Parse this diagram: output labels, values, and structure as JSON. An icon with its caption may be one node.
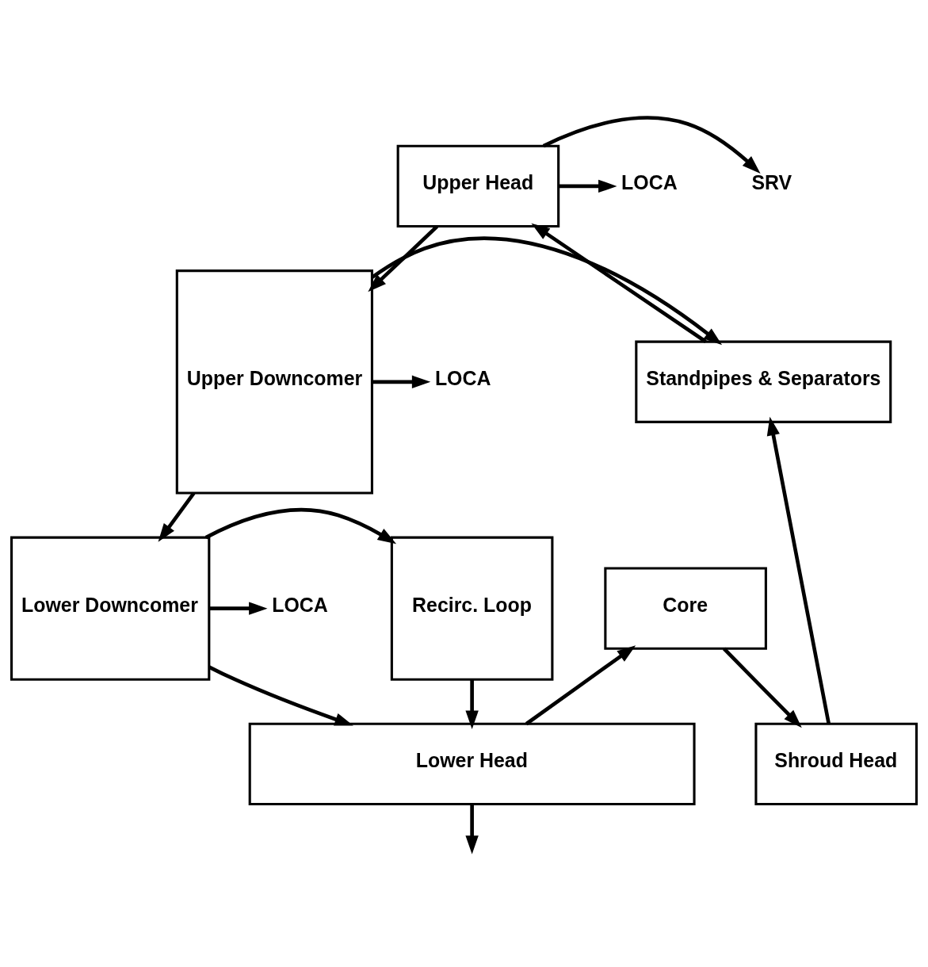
{
  "diagram": {
    "nodes": [
      {
        "text": [
          "Upper Head"
        ]
      },
      {
        "text": [
          "Standpipes & Separators"
        ]
      },
      {
        "text": [
          "Shroud Head"
        ]
      },
      {
        "text": [
          "Core"
        ]
      },
      {
        "text": [
          "Lower Head"
        ]
      },
      {
        "text": [
          "Upper Downcomer"
        ]
      },
      {
        "text": [
          "Lower Downcomer"
        ]
      },
      {
        "text": [
          "Recirc. Loop"
        ]
      },
      {
        "text": [
          "SRV"
        ]
      },
      {
        "text": [
          "LOCA"
        ]
      },
      {
        "text": [
          "LOCA"
        ]
      },
      {
        "text": [
          "LOCA"
        ]
      }
    ],
    "edges": [
      {
        "from": 0,
        "to": 8,
        "arrow": "to"
      },
      {
        "from": 0,
        "to": 9,
        "arrow": "to"
      },
      {
        "from": 0,
        "to": 5,
        "arrow": "to"
      },
      {
        "from": 5,
        "to": 10,
        "arrow": "to"
      },
      {
        "from": 5,
        "to": 1,
        "arrow": "to"
      },
      {
        "from": 1,
        "to": 0,
        "arrow": "to"
      },
      {
        "from": 2,
        "to": 1,
        "arrow": "to"
      },
      {
        "from": 3,
        "to": 2,
        "arrow": "to"
      },
      {
        "from": 4,
        "to": 3,
        "arrow": "to"
      },
      {
        "from": 5,
        "to": 6,
        "arrow": "to"
      },
      {
        "from": 6,
        "to": 11,
        "arrow": "to"
      },
      {
        "from": 6,
        "to": 4,
        "arrow": "to"
      },
      {
        "from": 6,
        "to": 7,
        "arrow": "to"
      },
      {
        "from": 7,
        "to": 4,
        "arrow": "to"
      },
      {
        "from": 4,
        "to": null,
        "arrow": "to"
      }
    ]
  }
}
